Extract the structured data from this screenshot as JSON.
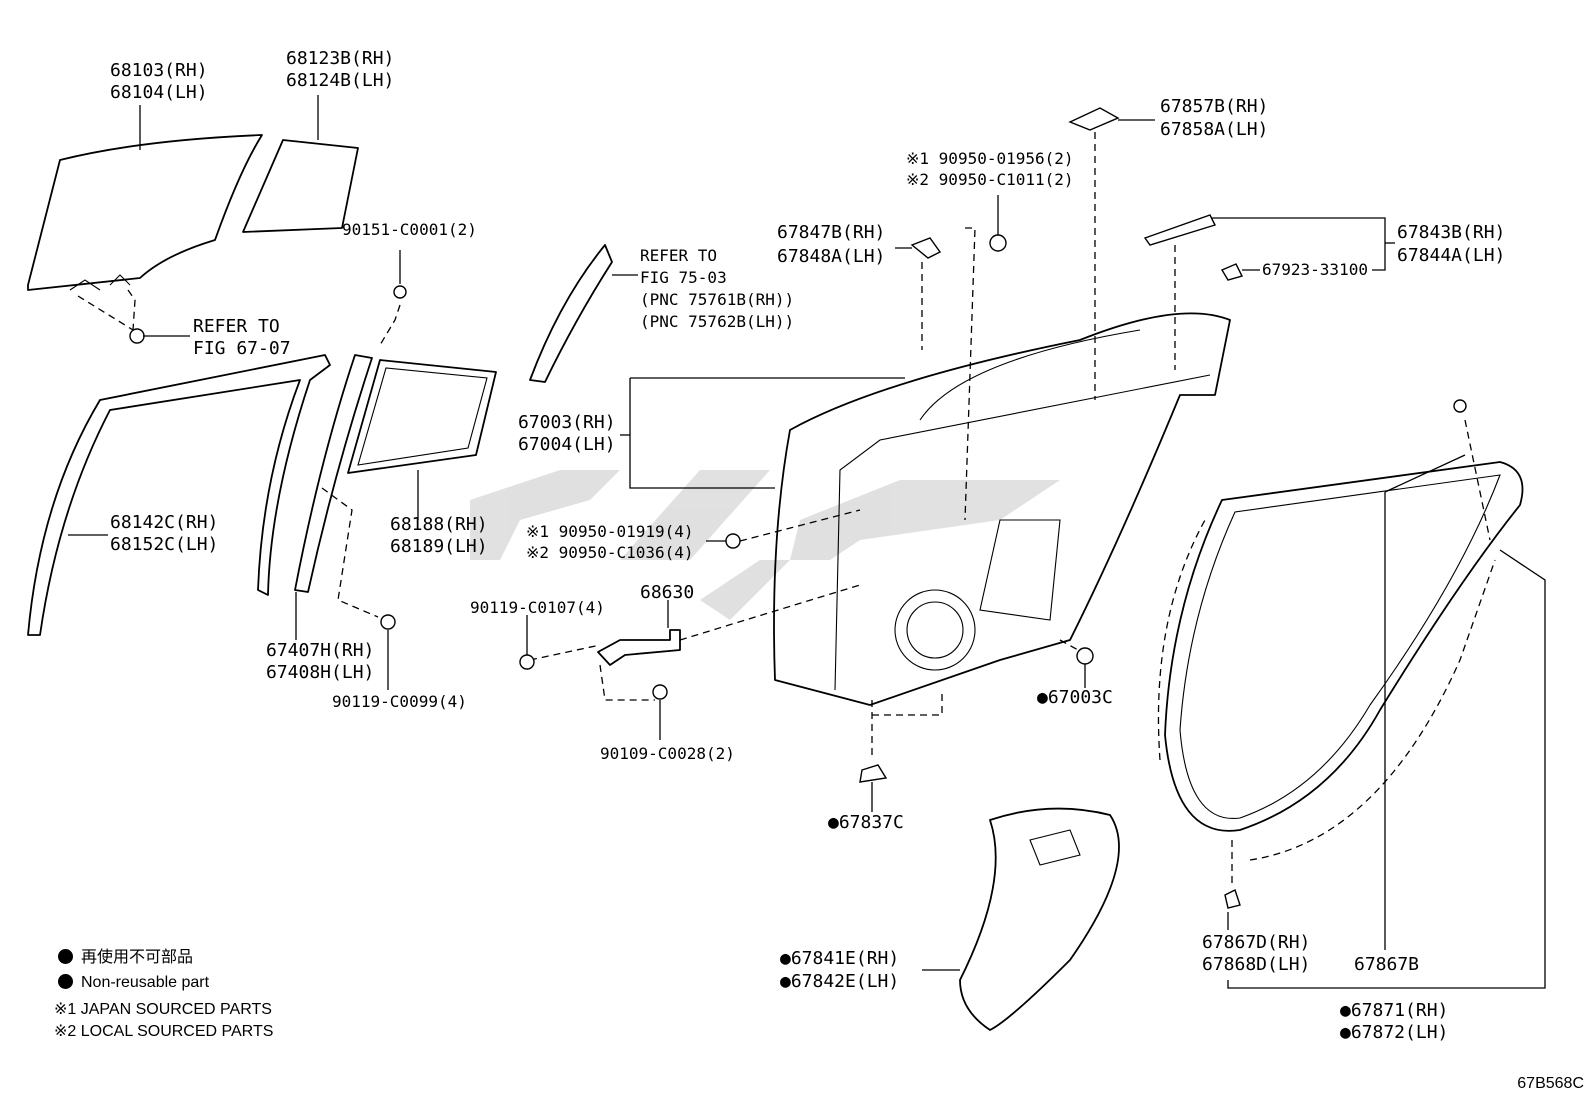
{
  "diagram": {
    "code": "67B568C",
    "legend": {
      "nonreusable_jp": "再使用不可部品",
      "nonreusable_en": "Non-reusable part",
      "mark1": "※1 JAPAN SOURCED PARTS",
      "mark2": "※2 LOCAL SOURCED PARTS"
    },
    "labels": {
      "glass_front_1": "68103(RH)",
      "glass_front_2": "68104(LH)",
      "glass_rear_1": "68123B(RH)",
      "glass_rear_2": "68124B(LH)",
      "refer_67_1": "REFER TO",
      "refer_67_2": "FIG 67-07",
      "screw_90151": "90151-C0001(2)",
      "run_1": "68142C(RH)",
      "run_2": "68152C(LH)",
      "frame_1": "68188(RH)",
      "frame_2": "68189(LH)",
      "chan_1": "67407H(RH)",
      "chan_2": "67408H(LH)",
      "bolt_90119_c0099": "90119-C0099(4)",
      "refer_75_1": "REFER TO",
      "refer_75_2": "FIG 75-03",
      "refer_75_3": "(PNC 75761B(RH))",
      "refer_75_4": "(PNC 75762B(LH))",
      "door_1": "67003(RH)",
      "door_2": "67004(LH)",
      "clip_1919": "※1 90950-01919(4)",
      "clip_1036": "※2 90950-C1036(4)",
      "bolt_90119_c0107": "90119-C0107(4)",
      "check_68630": "68630",
      "bolt_90109": "90109-C0028(2)",
      "plug_67003c": "●67003C",
      "plug_67837c": "●67837C",
      "mold_1": "67847B(RH)",
      "mold_2": "67848A(LH)",
      "clip_1956": "※1 90950-01956(2)",
      "clip_1011": "※2 90950-C1011(2)",
      "ret_1": "67857B(RH)",
      "ret_2": "67858A(LH)",
      "belt_1": "67843B(RH)",
      "belt_2": "67844A(LH)",
      "clip_67923": "67923-33100",
      "film_1": "●67841E(RH)",
      "film_2": "●67842E(LH)",
      "ws_1": "67867D(RH)",
      "ws_2": "67868D(LH)",
      "ws_b": "67867B",
      "ws_c1": "●67871(RH)",
      "ws_c2": "●67872(LH)"
    }
  }
}
